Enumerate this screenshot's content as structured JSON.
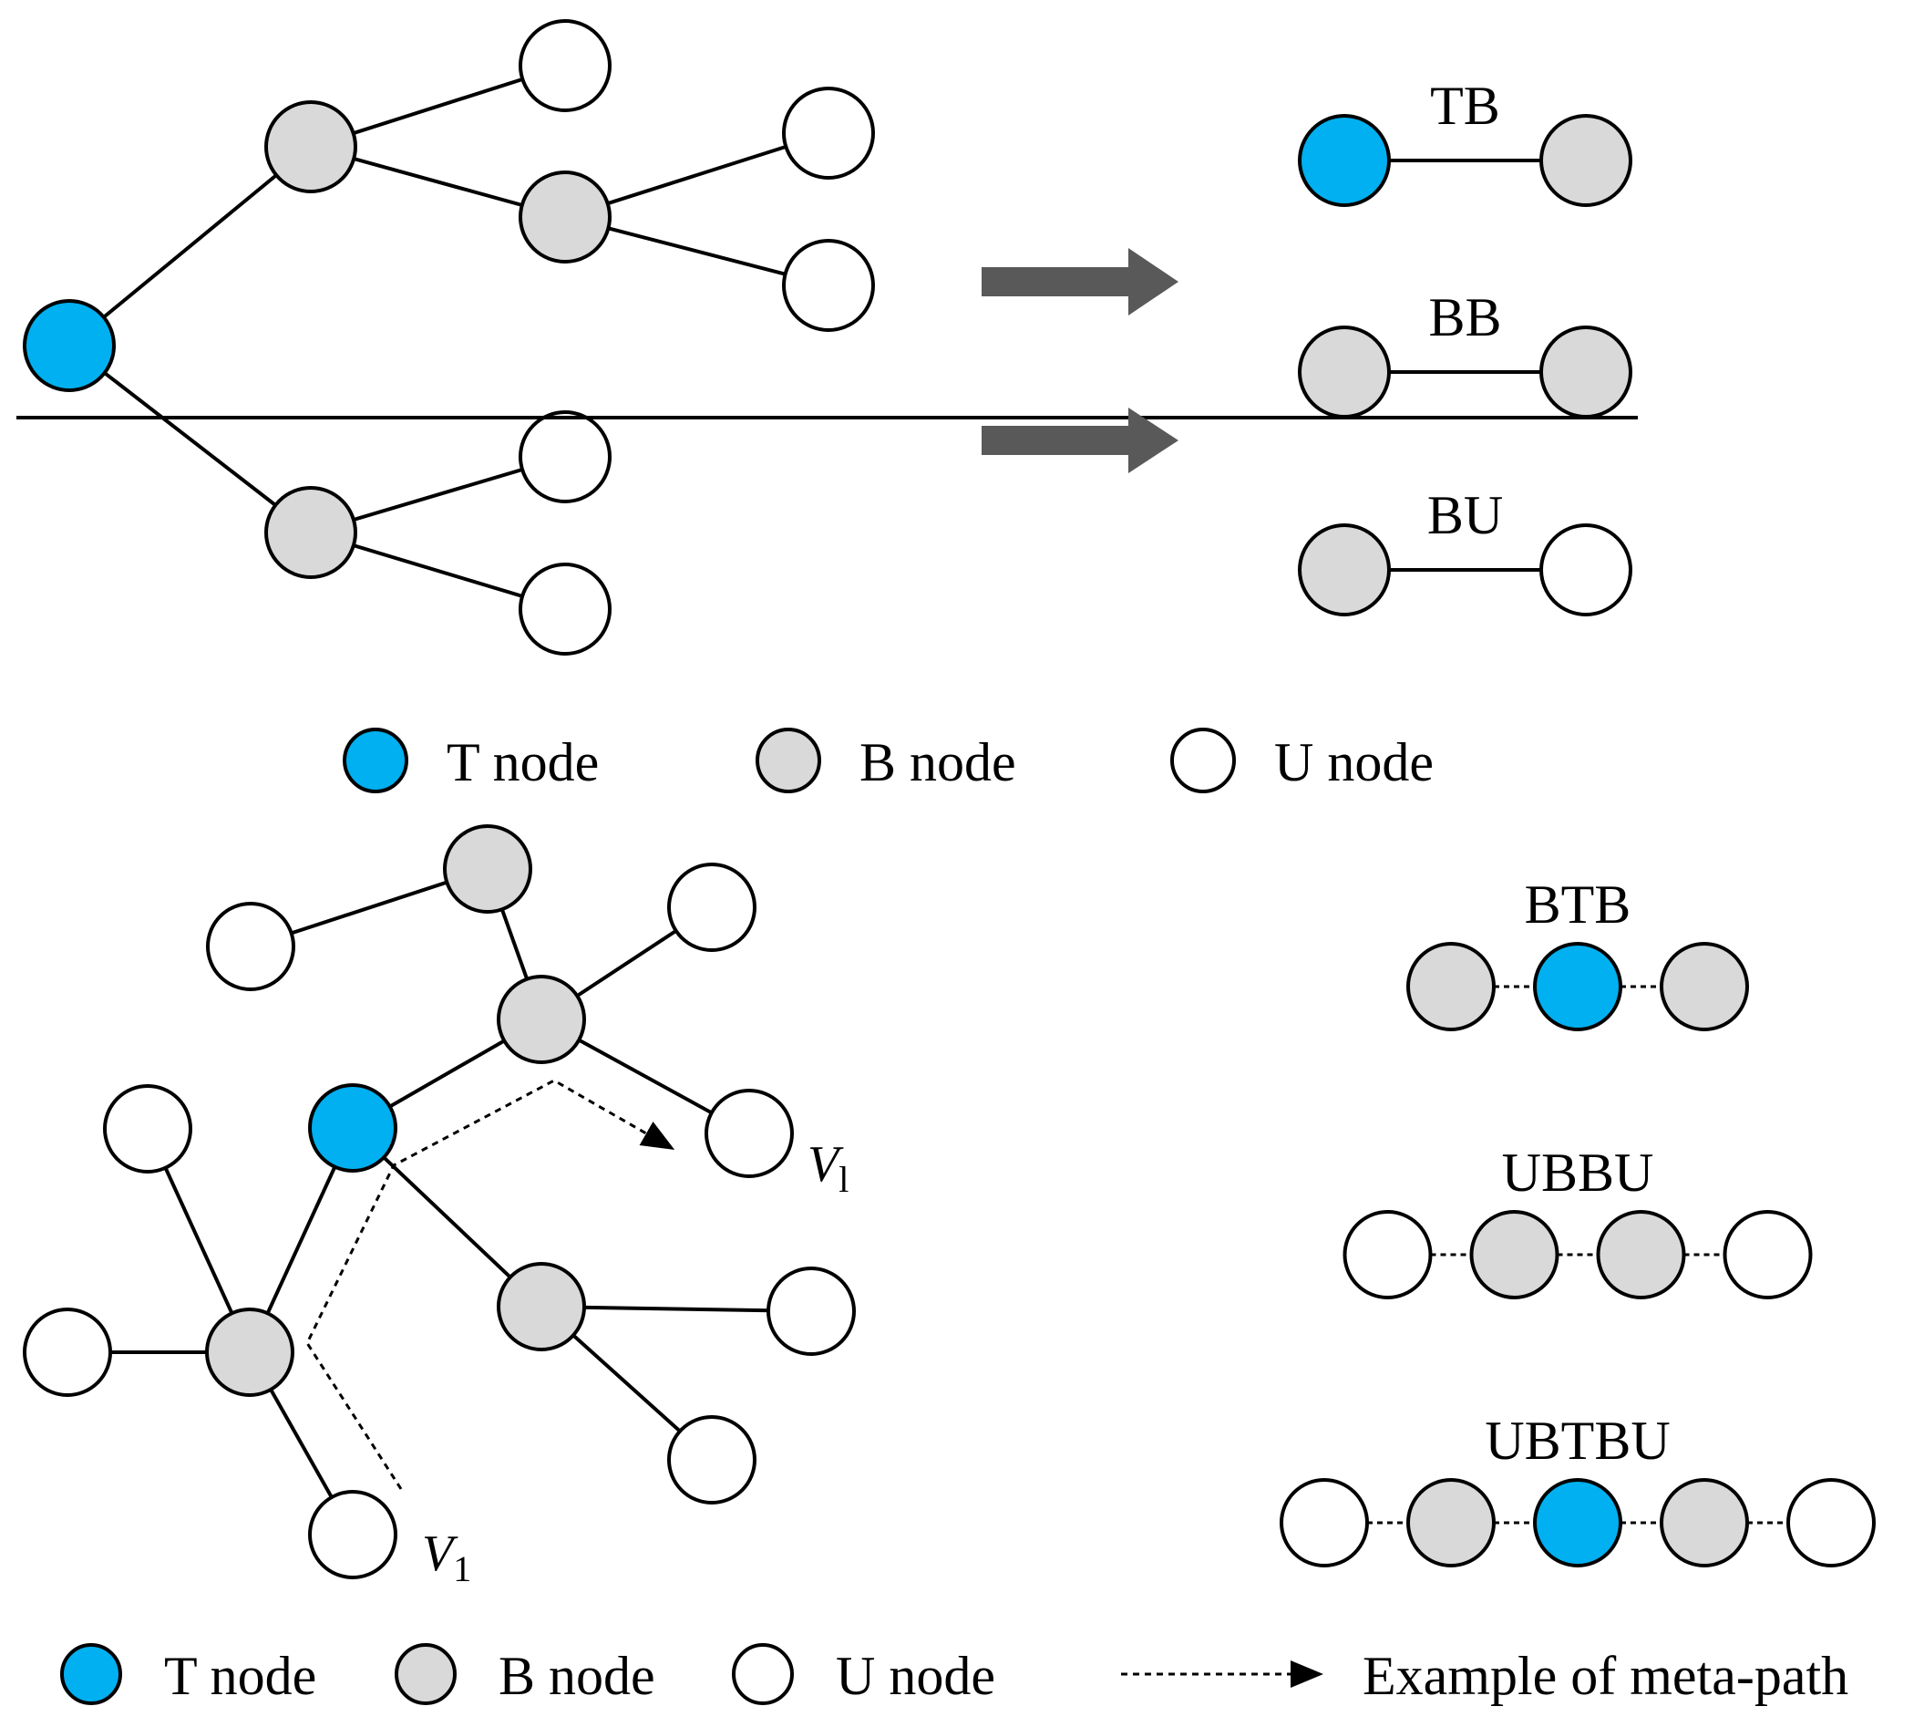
{
  "colors": {
    "t_node": "#00b0f0",
    "b_node": "#d9d9d9",
    "u_node": "#ffffff",
    "stroke": "#000000",
    "arrow": "#595959"
  },
  "top": {
    "patterns": [
      {
        "label": "TB",
        "left": "t",
        "right": "b"
      },
      {
        "label": "BB",
        "left": "b",
        "right": "b"
      },
      {
        "label": "BU",
        "left": "b",
        "right": "u"
      }
    ],
    "legend": [
      {
        "type": "t",
        "text": "T node"
      },
      {
        "type": "b",
        "text": "B node"
      },
      {
        "type": "u",
        "text": "U node"
      }
    ]
  },
  "bottom": {
    "meta_paths": [
      {
        "label": "BTB",
        "nodes": [
          "b",
          "t",
          "b"
        ]
      },
      {
        "label": "UBBU",
        "nodes": [
          "u",
          "b",
          "b",
          "u"
        ]
      },
      {
        "label": "UBTBU",
        "nodes": [
          "u",
          "b",
          "t",
          "b",
          "u"
        ]
      }
    ],
    "v_start": {
      "base": "V",
      "sub": "1"
    },
    "v_end": {
      "base": "V",
      "sub": "l"
    },
    "legend": [
      {
        "type": "t",
        "text": "T node"
      },
      {
        "type": "b",
        "text": "B node"
      },
      {
        "type": "u",
        "text": "U node"
      }
    ],
    "path_legend_text": "Example of meta-path"
  }
}
